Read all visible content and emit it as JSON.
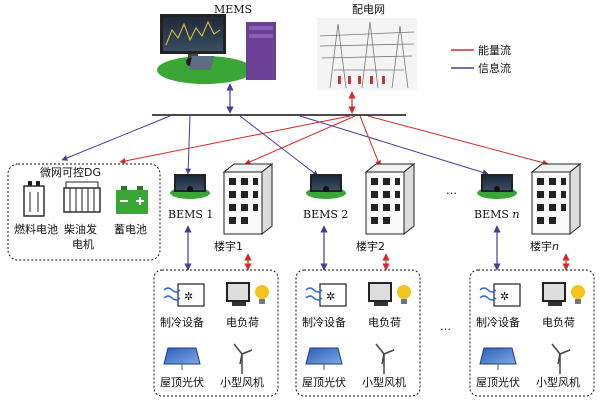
{
  "top": {
    "mems_label": "MEMS",
    "grid_label": "配电网"
  },
  "legend": {
    "energy_label": "能量流",
    "info_label": "信息流",
    "energy_color": "#d62828",
    "info_color": "#4b3b9a"
  },
  "dg": {
    "title": "微网可控DG",
    "items": [
      {
        "label": "燃料电池"
      },
      {
        "label_line1": "柴油发",
        "label_line2": "电机"
      },
      {
        "label": "蓄电池"
      }
    ],
    "battery_color": "#3aa635"
  },
  "bems": {
    "b1": "BEMS 1",
    "b2": "BEMS 2",
    "bn_prefix": "BEMS ",
    "bn_suffix": "n",
    "ellipsis": "…"
  },
  "buildings": {
    "l1": "楼宇1",
    "l2": "楼宇2",
    "ln_prefix": "楼宇",
    "ln_suffix": "n"
  },
  "subsystems": {
    "refrigeration": "制冷设备",
    "electric_load": "电负荷",
    "rooftop_pv": "屋顶光伏",
    "small_wind": "小型风机"
  }
}
